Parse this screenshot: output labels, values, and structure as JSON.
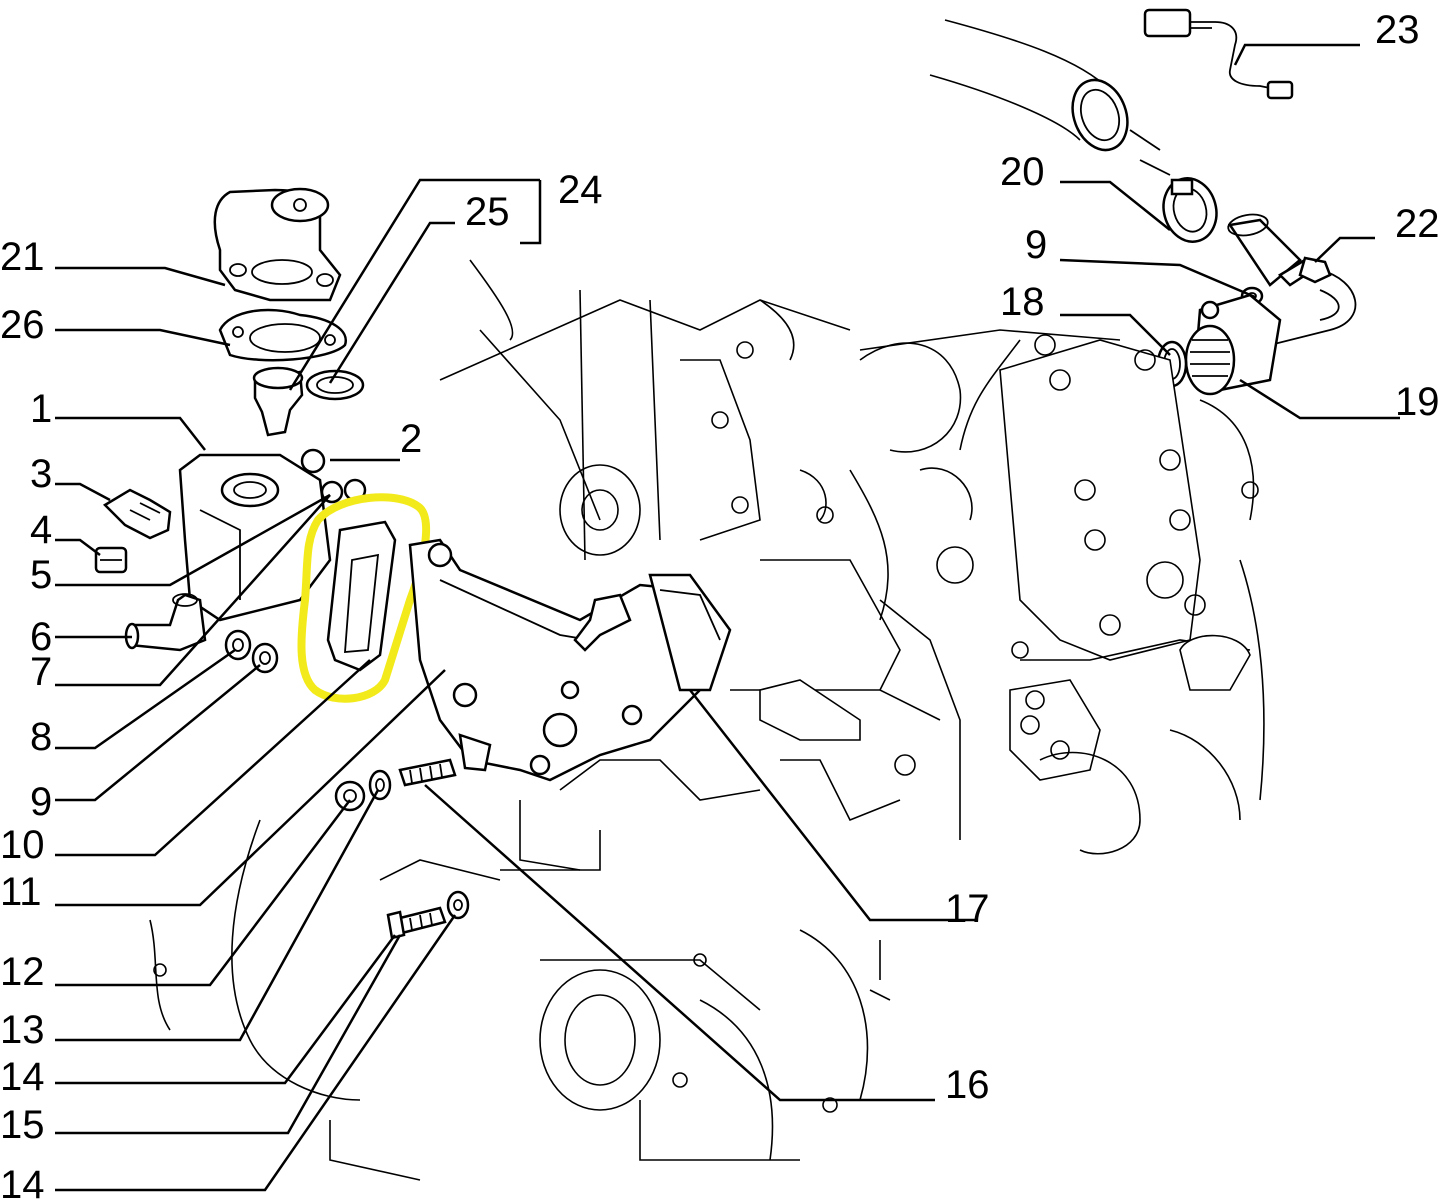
{
  "highlight_color": "#f3ea1b",
  "line_color": "#000000",
  "callouts": [
    {
      "key": "c21",
      "text": "21"
    },
    {
      "key": "c26",
      "text": "26"
    },
    {
      "key": "c1",
      "text": "1"
    },
    {
      "key": "c3",
      "text": "3"
    },
    {
      "key": "c4",
      "text": "4"
    },
    {
      "key": "c5",
      "text": "5"
    },
    {
      "key": "c6",
      "text": "6"
    },
    {
      "key": "c7",
      "text": "7"
    },
    {
      "key": "c8",
      "text": "8"
    },
    {
      "key": "c9a",
      "text": "9"
    },
    {
      "key": "c10",
      "text": "10"
    },
    {
      "key": "c11",
      "text": "11"
    },
    {
      "key": "c12",
      "text": "12"
    },
    {
      "key": "c13",
      "text": "13"
    },
    {
      "key": "c14a",
      "text": "14"
    },
    {
      "key": "c15",
      "text": "15"
    },
    {
      "key": "c14b",
      "text": "14"
    },
    {
      "key": "c2",
      "text": "2"
    },
    {
      "key": "c24",
      "text": "24"
    },
    {
      "key": "c25",
      "text": "25"
    },
    {
      "key": "c16",
      "text": "16"
    },
    {
      "key": "c17",
      "text": "17"
    },
    {
      "key": "c23",
      "text": "23"
    },
    {
      "key": "c20",
      "text": "20"
    },
    {
      "key": "c9b",
      "text": "9"
    },
    {
      "key": "c22",
      "text": "22"
    },
    {
      "key": "c18",
      "text": "18"
    },
    {
      "key": "c19",
      "text": "19"
    }
  ]
}
